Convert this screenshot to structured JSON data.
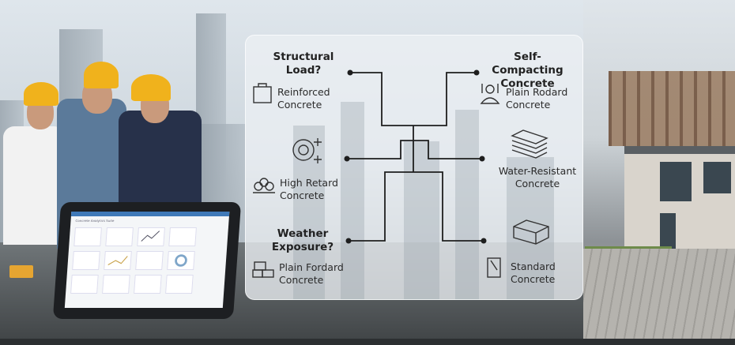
{
  "diagram": {
    "questions": {
      "structural_load": "Structural Load?",
      "weather_exposure": "Weather Exposure?"
    },
    "outcomes": {
      "self_compacting": "Self-Compacting Concrete",
      "reinforced": "Reinforced Concrete",
      "plain_rodard": "Plain Rodard Concrete",
      "water_resistant": "Water-Resistant Concrete",
      "high_retard": "High Retard Concrete",
      "plain_fordard": "Plain Fordard Concrete",
      "standard": "Standard Concrete"
    },
    "line_color": "#1e1e1e"
  },
  "tablet": {
    "header": "Concrete Analytics Suite"
  },
  "colors": {
    "helmet": "#f0b21c",
    "accent": "#3f79b8"
  }
}
